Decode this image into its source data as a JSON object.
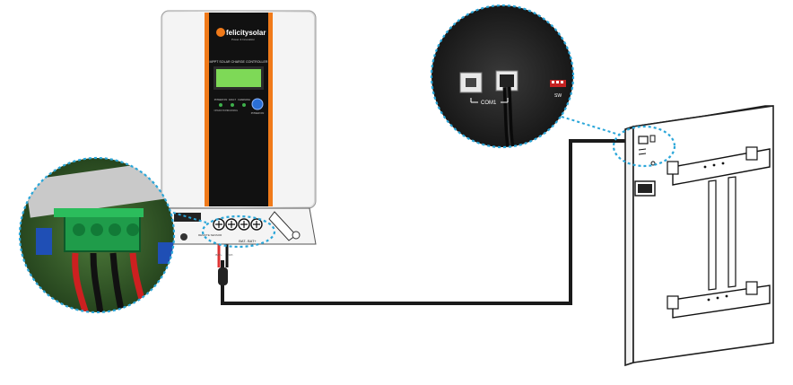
{
  "device": {
    "brand_name": "felicitysolar",
    "brand_tagline": "Power & Innovation",
    "panel_title": "MPPT SOLAR CHARGE CONTROLLER",
    "status_labels": [
      "POWER ON",
      "FAULT",
      "CHARGING"
    ],
    "status_sub_labels": [
      "OPERATION",
      "WARNING"
    ],
    "power_button_label": "POWER ON",
    "remote_sensor_label": "REMOTE SENSOR",
    "battery_terminal_label": "BAT-  BAT+",
    "terminal_pos_label": "BAT+",
    "terminal_neg_label": "BAT-",
    "panel_color": "#f07a1a",
    "lcd_color": "#7ed957"
  },
  "inset_battery_port": {
    "port_label": "COM1",
    "switch_label": "SW"
  },
  "cable": {
    "color": "#1a1a1a"
  },
  "highlight": {
    "color": "#2aa6d9"
  }
}
